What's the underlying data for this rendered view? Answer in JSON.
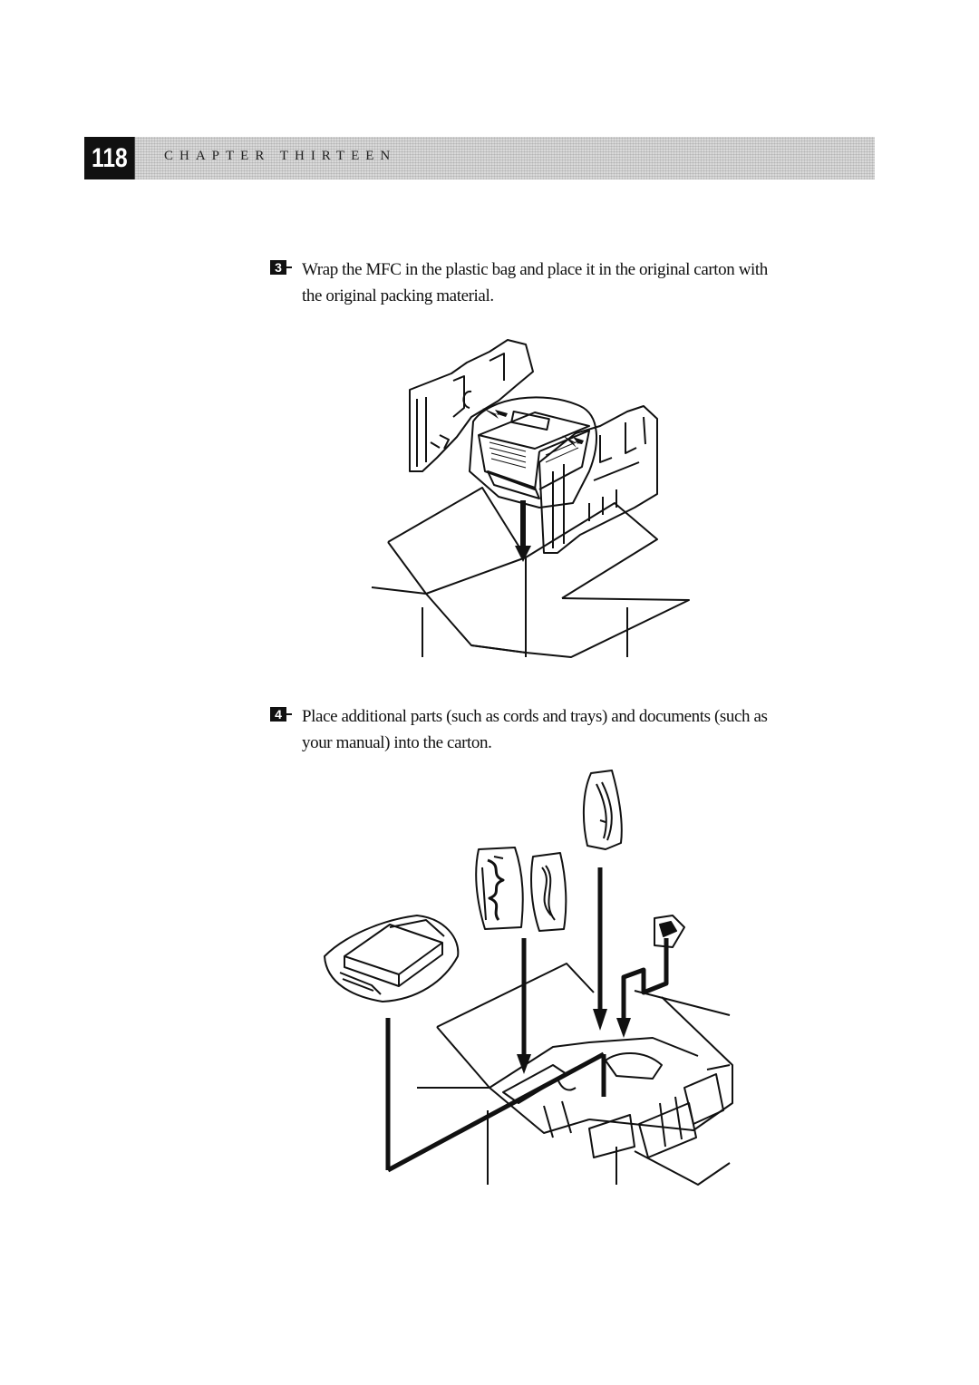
{
  "header": {
    "page_number": "118",
    "chapter_title": "CHAPTER THIRTEEN"
  },
  "steps": [
    {
      "number": "3",
      "text": "Wrap the MFC in the plastic bag and place it in the original carton with the original packing material."
    },
    {
      "number": "4",
      "text": "Place additional parts (such as cords and trays) and documents (such as your manual) into the carton."
    }
  ]
}
